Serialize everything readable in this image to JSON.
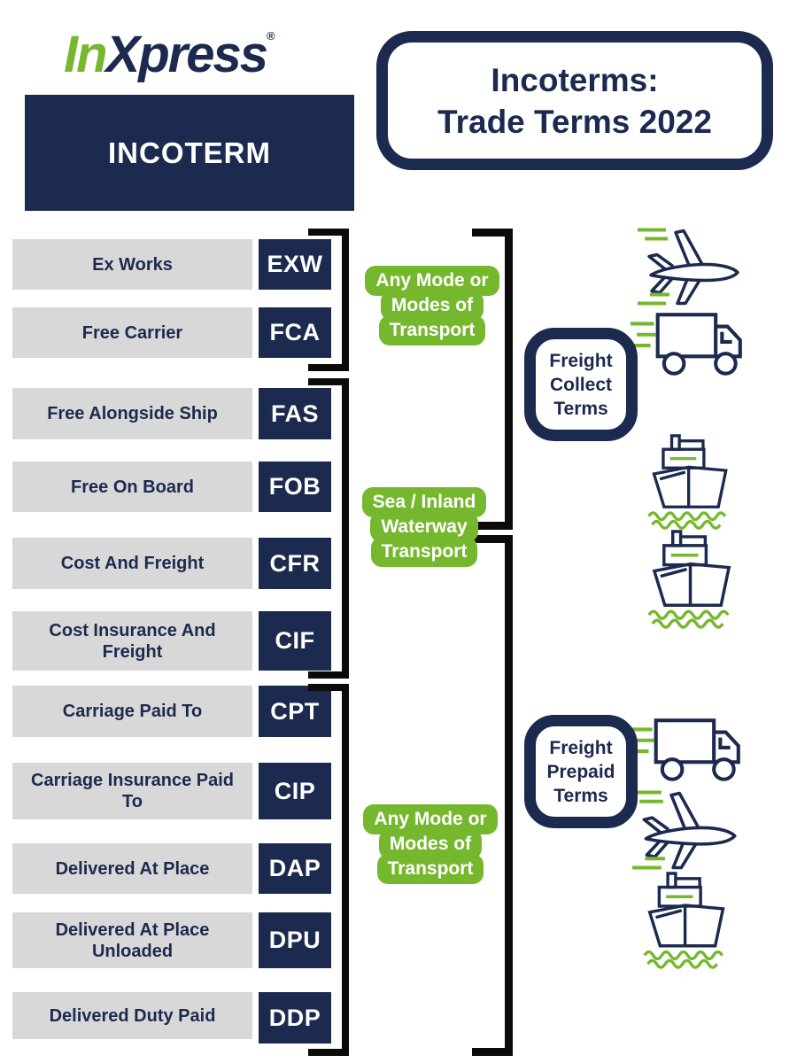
{
  "brand": {
    "logo_in": "In",
    "logo_xpress": "Xpress",
    "logo_mark": "®"
  },
  "header": {
    "column_title": "INCOTERM",
    "title_lines": [
      "Incoterms:",
      "Trade Terms 2022"
    ]
  },
  "incoterms": [
    {
      "name": "Ex Works",
      "code": "EXW"
    },
    {
      "name": "Free Carrier",
      "code": "FCA"
    },
    {
      "name": "Free Alongside Ship",
      "code": "FAS"
    },
    {
      "name": "Free On Board",
      "code": "FOB"
    },
    {
      "name": "Cost And Freight",
      "code": "CFR"
    },
    {
      "name": "Cost Insurance And Freight",
      "code": "CIF"
    },
    {
      "name": "Carriage Paid To",
      "code": "CPT"
    },
    {
      "name": "Carriage Insurance Paid To",
      "code": "CIP"
    },
    {
      "name": "Delivered At Place",
      "code": "DAP"
    },
    {
      "name": "Delivered At Place Unloaded",
      "code": "DPU"
    },
    {
      "name": "Delivered Duty Paid",
      "code": "DDP"
    }
  ],
  "transport_mode_labels": [
    {
      "lines": [
        "Any Mode or",
        "Modes of",
        "Transport"
      ],
      "codes": [
        "EXW",
        "FCA"
      ]
    },
    {
      "lines": [
        "Sea / Inland",
        "Waterway",
        "Transport"
      ],
      "codes": [
        "FAS",
        "FOB",
        "CFR",
        "CIF"
      ]
    },
    {
      "lines": [
        "Any Mode or",
        "Modes of",
        "Transport"
      ],
      "codes": [
        "CPT",
        "CIP",
        "DAP",
        "DPU",
        "DDP"
      ]
    }
  ],
  "freight_groups": [
    {
      "lines": [
        "Freight",
        "Collect",
        "Terms"
      ],
      "icons": [
        "plane-icon",
        "truck-icon",
        "ship-icon",
        "ship-icon"
      ]
    },
    {
      "lines": [
        "Freight",
        "Prepaid",
        "Terms"
      ],
      "icons": [
        "truck-icon",
        "plane-icon",
        "ship-icon"
      ]
    }
  ],
  "colors": {
    "navy": "#1b2a4e",
    "green": "#76b82d",
    "row_gray": "#d8d8d8",
    "bracket_black": "#0b0b0b",
    "white": "#ffffff"
  }
}
